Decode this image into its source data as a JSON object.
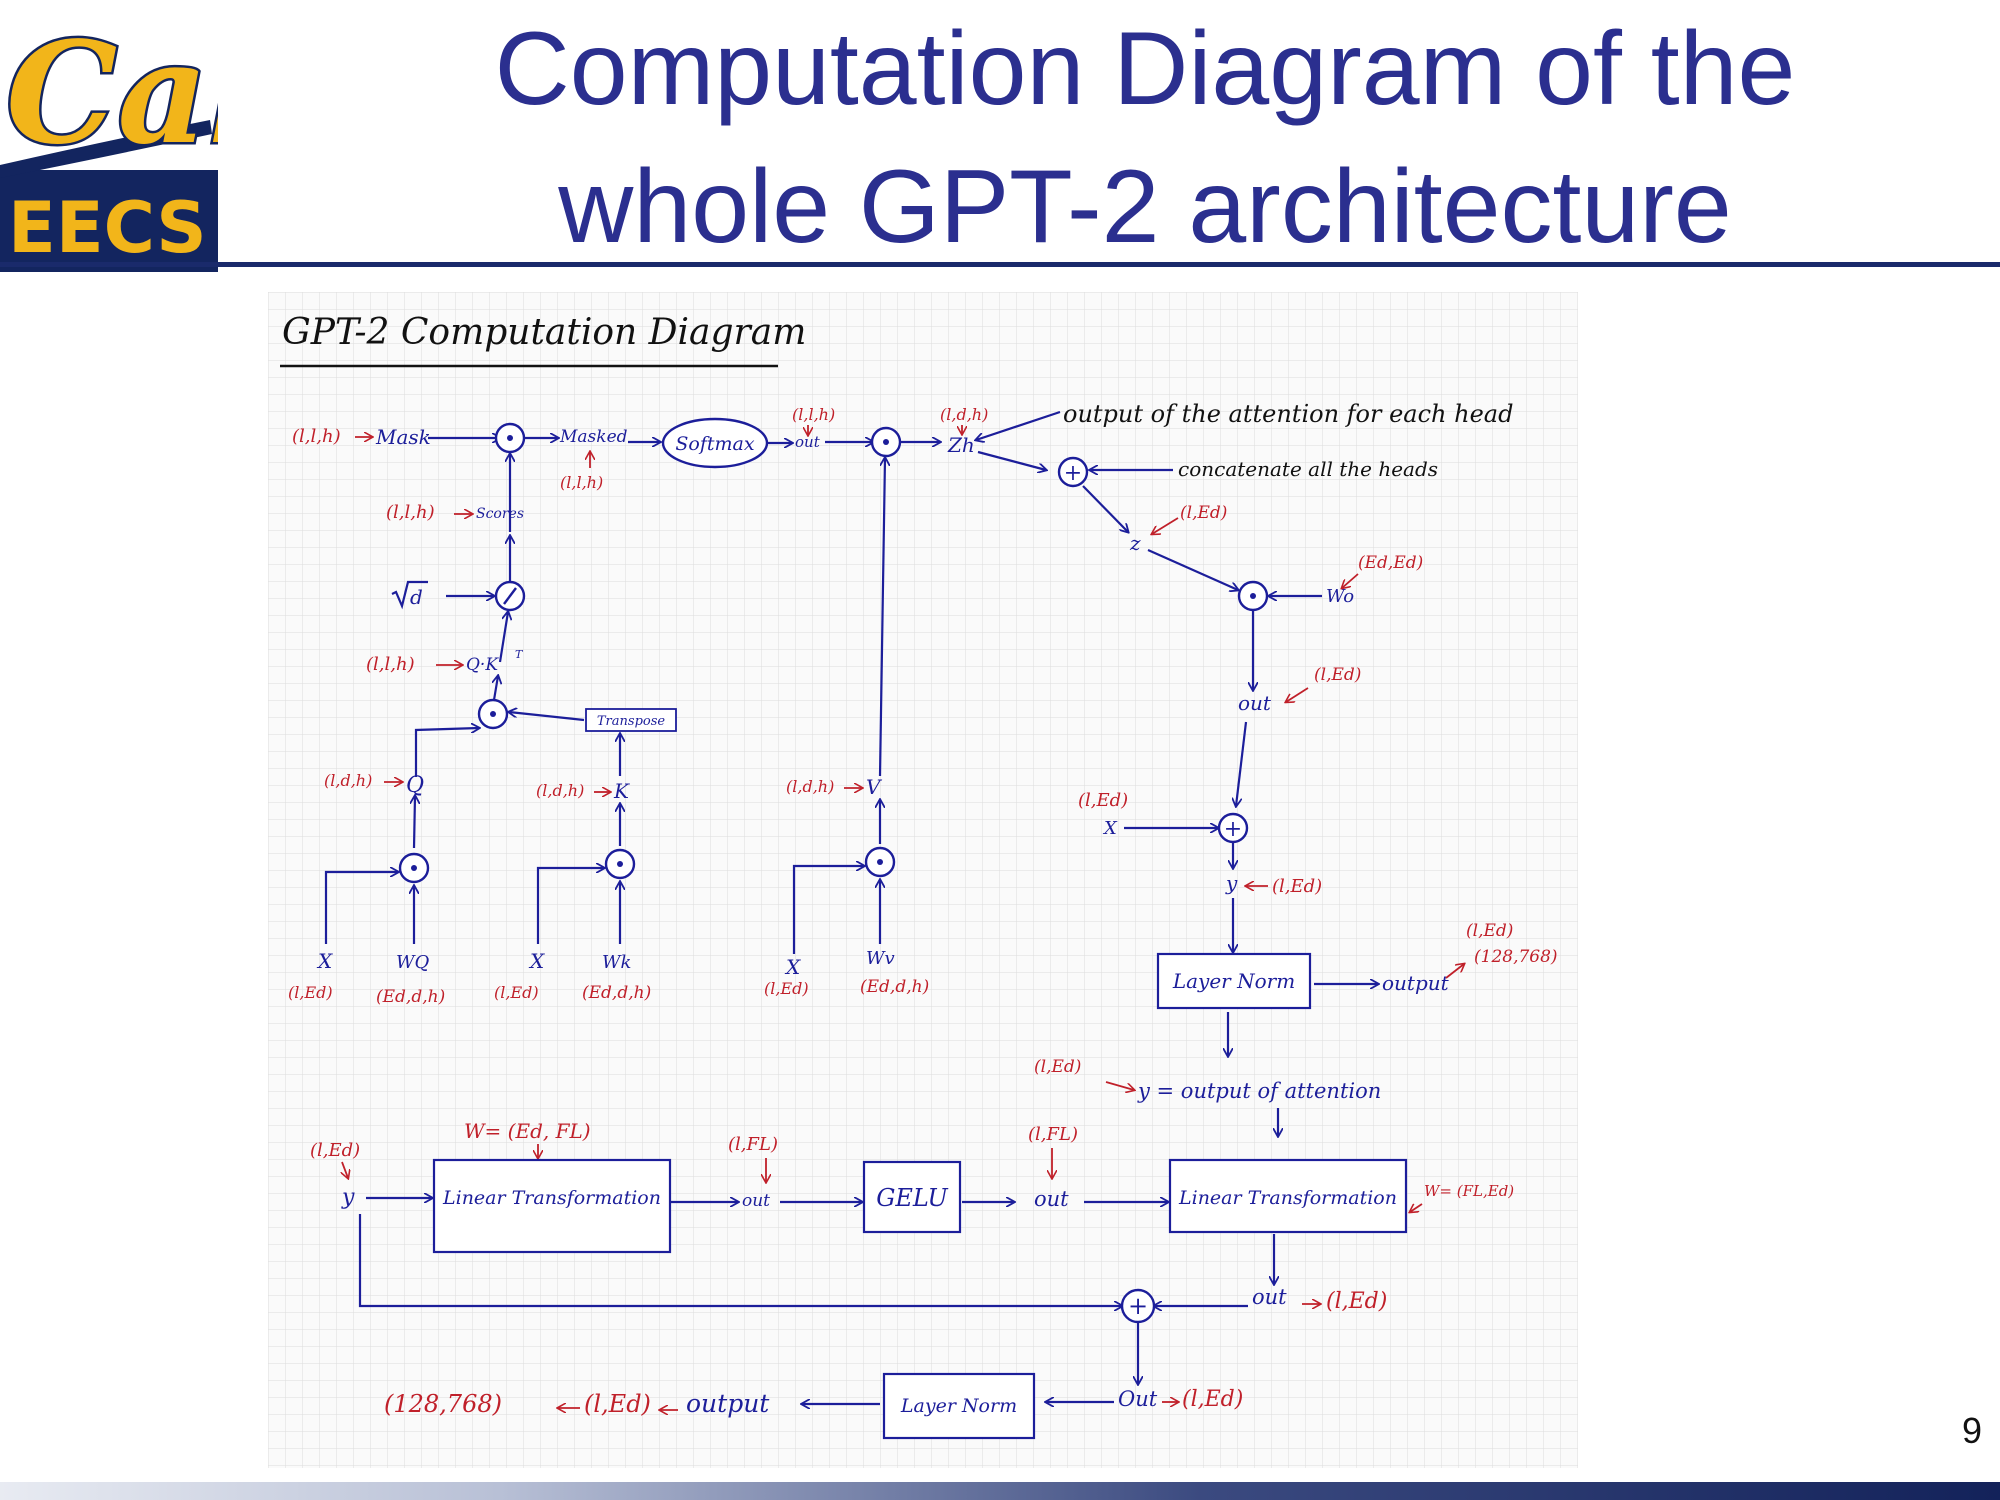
{
  "logo": {
    "top_text": "Cal",
    "bottom_text": "EECS"
  },
  "slide": {
    "title_line1": "Computation Diagram of the",
    "title_line2": "whole GPT-2 architecture",
    "page_number": "9"
  },
  "colors": {
    "title": "#2b2f8f",
    "ink_blue": "#1c1e9a",
    "ink_red": "#c0202a",
    "logo_gold": "#f2b51a",
    "logo_navy": "#13255f"
  },
  "diagram": {
    "heading": "GPT-2 Computation Diagram",
    "attention": {
      "mask_shape": "(l,l,h)",
      "mask": "Mask",
      "masked": "Masked",
      "masked_shape": "(l,l,h)",
      "softmax": "Softmax",
      "out_small_shape": "(l,l,h)",
      "out_small": "out",
      "zh_shape": "(l,d,h)",
      "zh": "Zh",
      "zh_note": "output of the attention for each head",
      "concat_note": "concatenate all the heads",
      "z": "z",
      "z_shape": "(l,Ed)",
      "wo": "Wo",
      "wo_shape": "(Ed,Ed)",
      "out": "out",
      "out_shape": "(l,Ed)",
      "scores_shape": "(l,l,h)",
      "scores": "Scores",
      "sqrt_d": "d",
      "qk_shape": "(l,l,h)",
      "qk": "Q·K",
      "qk_sup": "T",
      "transpose": "Transpose",
      "q_shape": "(l,d,h)",
      "q": "Q",
      "k_shape": "(l,d,h)",
      "k": "K",
      "v_shape": "(l,d,h)",
      "v": "V",
      "x1": "X",
      "x1_shape": "(l,Ed)",
      "wq": "WQ",
      "wq_shape": "(Ed,d,h)",
      "x2": "X",
      "x2_shape": "(l,Ed)",
      "wk": "Wk",
      "wk_shape": "(Ed,d,h)",
      "x3": "X",
      "x3_shape": "(l,Ed)",
      "wv": "Wv",
      "wv_shape": "(Ed,d,h)",
      "resid_x_shape": "(l,Ed)",
      "resid_x": "X",
      "y": "y",
      "y_shape": "(l,Ed)",
      "layer_norm": "Layer Norm",
      "output": "output",
      "output_shape1": "(l,Ed)",
      "output_shape2": "(128,768)",
      "y_attn_shape": "(l,Ed)",
      "y_attn": "y = output of attention"
    },
    "mlp": {
      "y_shape": "(l,Ed)",
      "y": "y",
      "w1": "W= (Ed, FL)",
      "linear1": "Linear Transformation",
      "out1_shape": "(l,FL)",
      "out1": "out",
      "gelu": "GELU",
      "out2_shape": "(l,FL)",
      "out2": "out",
      "linear2": "Linear Transformation",
      "w2": "W= (FL,Ed)",
      "out3": "out",
      "out3_shape": "(l,Ed)",
      "out4": "Out",
      "out4_shape": "(l,Ed)",
      "layer_norm": "Layer Norm",
      "output": "output",
      "output_shape1": "(l,Ed)",
      "output_shape2": "(128,768)"
    }
  }
}
